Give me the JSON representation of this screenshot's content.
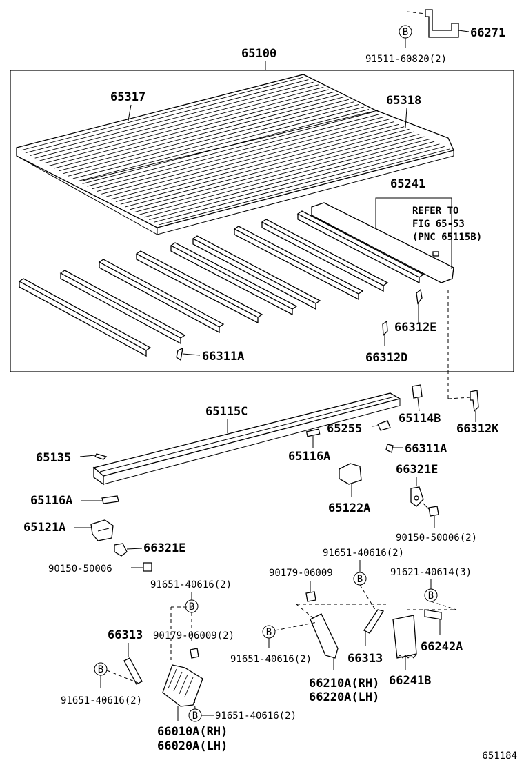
{
  "diagram_id": "651184",
  "refer_note": [
    "REFER TO",
    "FIG 65-53",
    "(PNC 65115B)"
  ],
  "bolt_symbol_letter": "B",
  "parts": {
    "p66271": "66271",
    "p91511": "91511-60820(2)",
    "p65100": "65100",
    "p65317": "65317",
    "p65318": "65318",
    "p65241": "65241",
    "p66312E": "66312E",
    "p66311A_top": "66311A",
    "p66312D": "66312D",
    "p65115C": "65115C",
    "p65114B": "65114B",
    "p66312K": "66312K",
    "p65255": "65255",
    "p65135": "65135",
    "p65116A_r": "65116A",
    "p66311A_mid": "66311A",
    "p66321E_r": "66321E",
    "p65116A_l": "65116A",
    "p65122A": "65122A",
    "p65121A": "65121A",
    "p90150_r": "90150-50006(2)",
    "p66321E_l": "66321E",
    "p90150_l": "90150-50006",
    "p91651_mid": "91651-40616(2)",
    "p90179_r": "90179-06009",
    "p91621": "91621-40614(3)",
    "p91651_l": "91651-40616(2)",
    "p66313_l": "66313",
    "p90179_l": "90179-06009(2)",
    "p91651_c": "91651-40616(2)",
    "p66313_r": "66313",
    "p66242A": "66242A",
    "p66210A": "66210A(RH)",
    "p66220A": "66220A(LH)",
    "p66241B": "66241B",
    "p91651_bl": "91651-40616(2)",
    "p91651_b": "91651-40616(2)",
    "p66010A": "66010A(RH)",
    "p66020A": "66020A(LH)"
  }
}
